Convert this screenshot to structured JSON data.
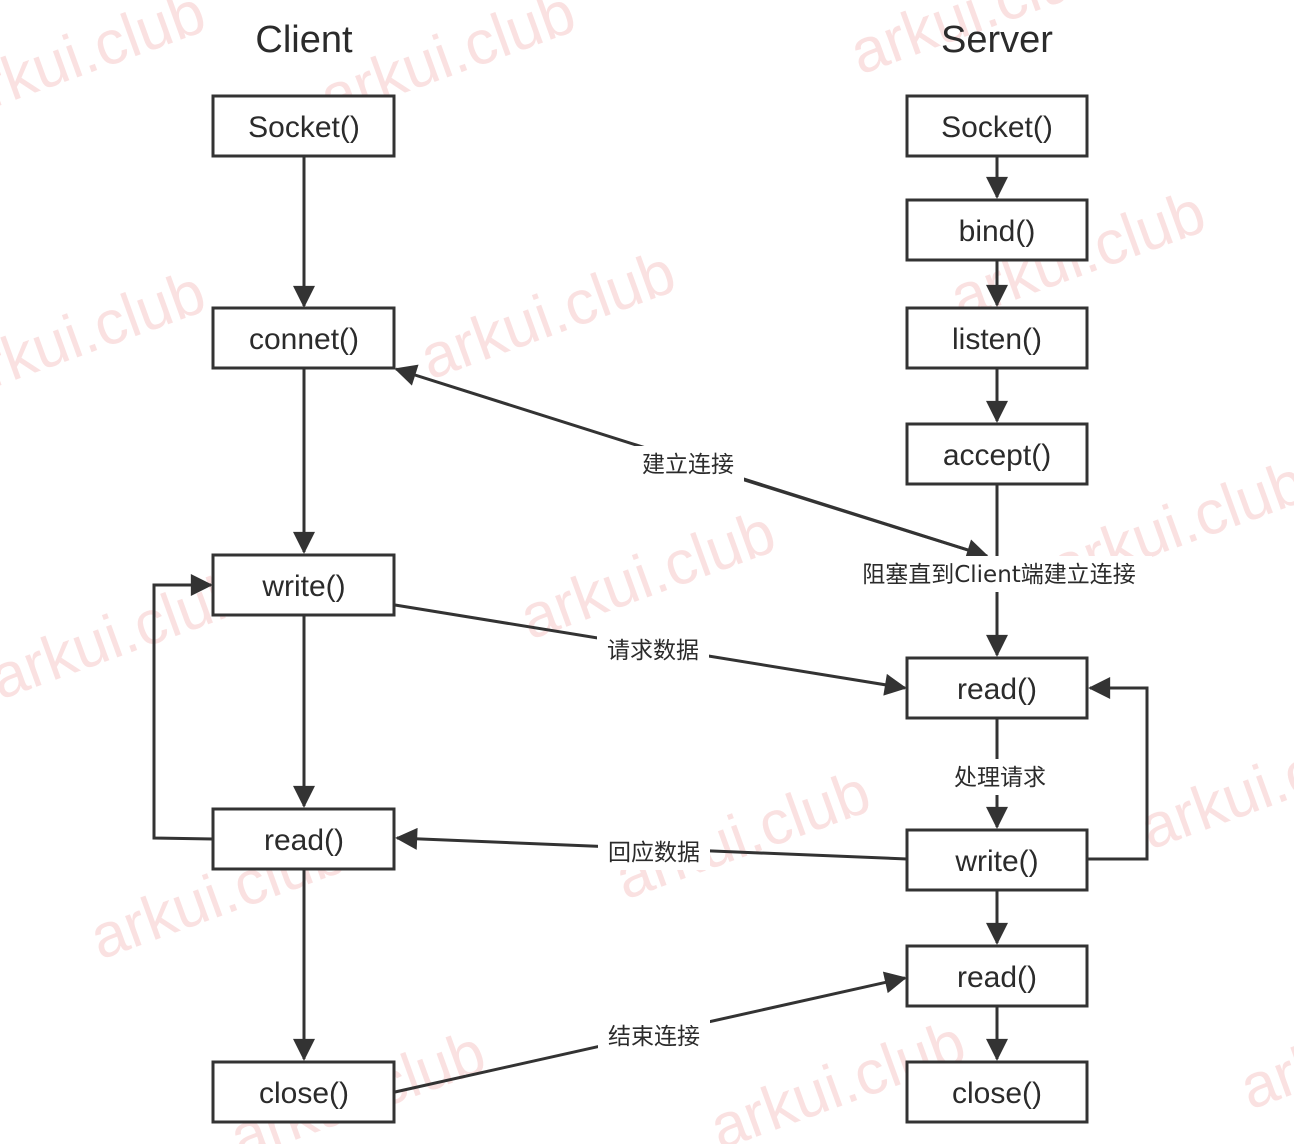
{
  "colors": {
    "stroke": "#333333",
    "text": "#2b2b2b",
    "watermark": "#f7c9c9"
  },
  "watermark": "arkui.club",
  "titles": {
    "client": "Client",
    "server": "Server"
  },
  "client_nodes": [
    {
      "id": "c_socket",
      "label": "Socket()"
    },
    {
      "id": "c_connect",
      "label": "connet()"
    },
    {
      "id": "c_write",
      "label": "write()"
    },
    {
      "id": "c_read",
      "label": "read()"
    },
    {
      "id": "c_close",
      "label": "close()"
    }
  ],
  "server_nodes": [
    {
      "id": "s_socket",
      "label": "Socket()"
    },
    {
      "id": "s_bind",
      "label": "bind()"
    },
    {
      "id": "s_listen",
      "label": "listen()"
    },
    {
      "id": "s_accept",
      "label": "accept()"
    },
    {
      "id": "s_read1",
      "label": "read()"
    },
    {
      "id": "s_write",
      "label": "write()"
    },
    {
      "id": "s_read2",
      "label": "read()"
    },
    {
      "id": "s_close",
      "label": "close()"
    }
  ],
  "edge_labels": {
    "establish": "建立连接",
    "block": "阻塞直到Client端建立连接",
    "request": "请求数据",
    "process": "处理请求",
    "respond": "回应数据",
    "finish": "结束连接"
  }
}
